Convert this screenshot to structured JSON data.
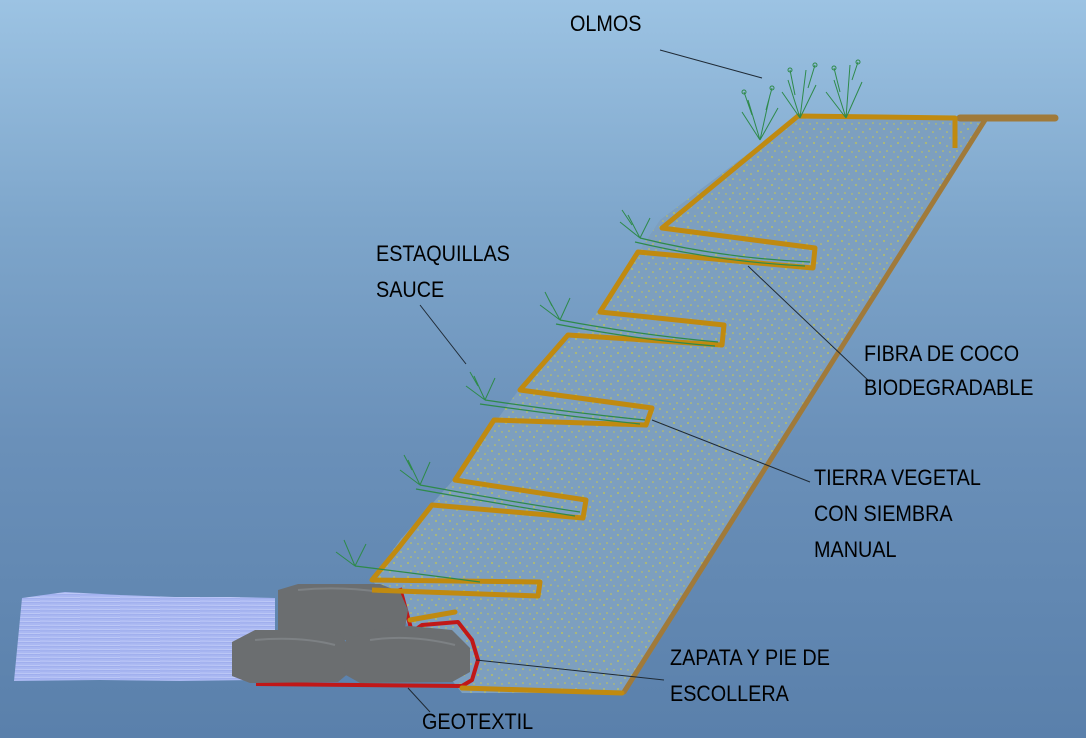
{
  "labels": {
    "olmos": "OLMOS",
    "estaquillas": "ESTAQUILLAS",
    "sauce": "SAUCE",
    "fibra_line1": "FIBRA DE COCO",
    "fibra_line2": "BIODEGRADABLE",
    "tierra_line1": "TIERRA VEGETAL",
    "tierra_line2": "CON SIEMBRA",
    "tierra_line3": "MANUAL",
    "zapata_line1": "ZAPATA Y PIE DE",
    "zapata_line2": "ESCOLLERA",
    "geotextil": "GEOTEXTIL"
  },
  "colors": {
    "background_top": "#9cc3e3",
    "background_bottom": "#5a80ab",
    "fiber_coir": "#c08a10",
    "soil_fill": "#7d9fbf",
    "seed_dots": "#c8c84a",
    "slope_base": "#a07a3a",
    "geotextile": "#c01818",
    "rock": "#6b6e70",
    "water": "#a9b8f0",
    "vegetation": "#2e8a4a"
  }
}
